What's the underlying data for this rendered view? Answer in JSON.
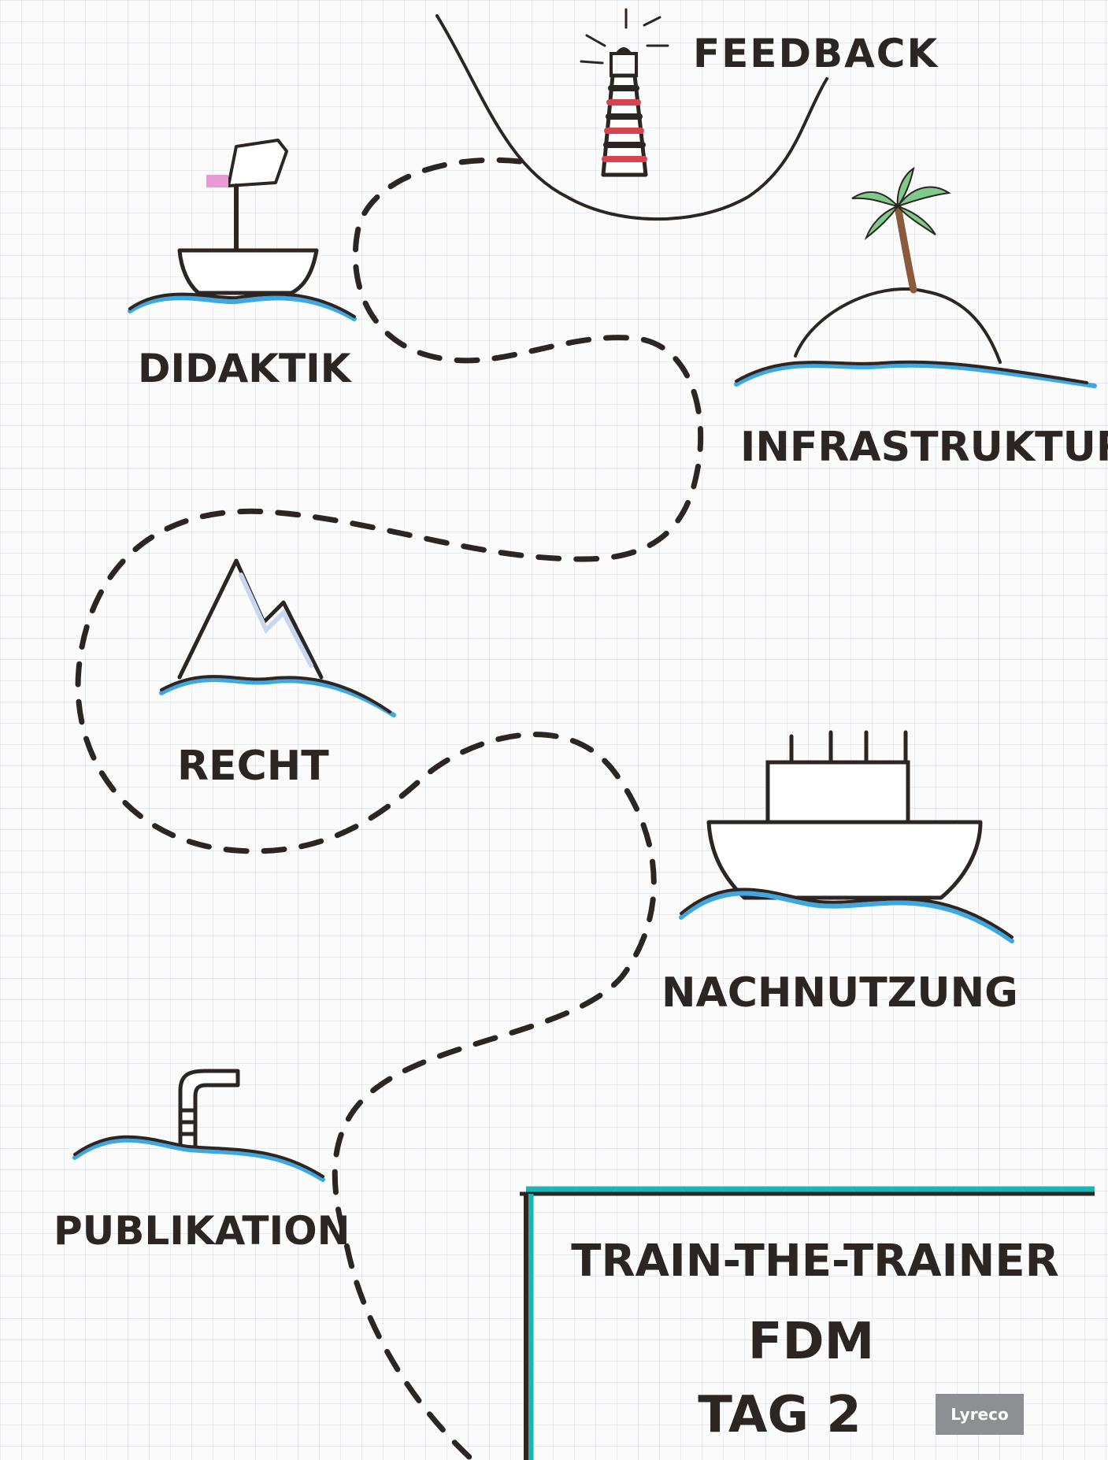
{
  "labels": {
    "feedback": "FEEDBACK",
    "didaktik": "DIDAKTIK",
    "infrastruktur": "INFRASTRUKTUR",
    "recht": "RECHT",
    "nachnutzung": "NACHNUTZUNG",
    "publikation": "PUBLIKATION"
  },
  "title_box": {
    "line1": "TRAIN-THE-TRAINER",
    "line2": "FDM",
    "line3": "TAG 2",
    "logo": "Lyreco"
  },
  "colors": {
    "ink": "#2b2623",
    "water": "#3fa6e0",
    "teal": "#1ab5b5",
    "pink": "#e79ad6",
    "lighthouse_red": "#d8434e",
    "palm": "#7fc98a",
    "trunk": "#8b5a3c",
    "grid": "#d6dbe3"
  }
}
